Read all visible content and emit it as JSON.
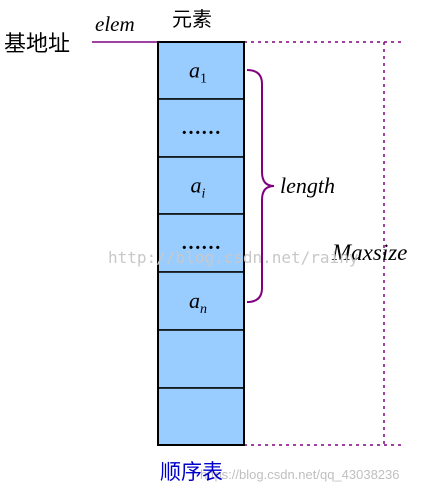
{
  "labels": {
    "base_address": "基地址",
    "elem": "elem",
    "elements_header": "元素",
    "length": "length",
    "maxsize": "Maxsize",
    "caption": "顺序表"
  },
  "cells": [
    {
      "base": "a",
      "sub": "1"
    },
    {
      "dots": "……"
    },
    {
      "base": "a",
      "sub": "i"
    },
    {
      "dots": "……"
    },
    {
      "base": "a",
      "sub": "n"
    },
    {},
    {}
  ],
  "watermarks": {
    "center": "http://blog.csdn.net/rainy",
    "bottom_right": "https://blog.csdn.net/qq_43038236"
  },
  "colors": {
    "cell_fill": "#99ccff",
    "cell_border": "#000000",
    "bracket": "#800080",
    "dashed": "#800080",
    "elem_line": "#800080",
    "caption": "#0000cc"
  }
}
